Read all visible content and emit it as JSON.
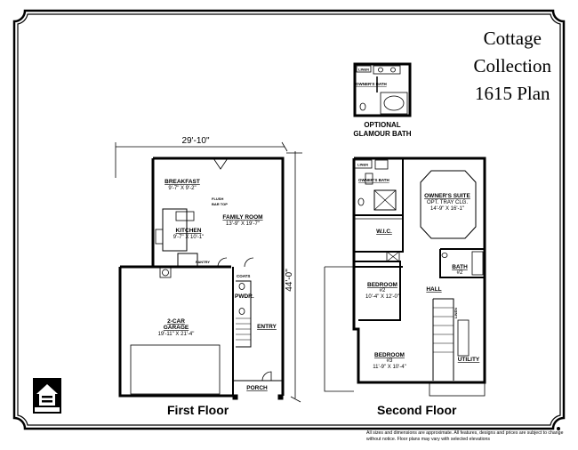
{
  "title": {
    "line1": "Cottage",
    "line2": "Collection",
    "line3": "1615 Plan"
  },
  "optional_bath": {
    "line1": "OPTIONAL",
    "line2": "GLAMOUR BATH",
    "linen": "LINEN",
    "owners_bath": "OWNER'S BATH"
  },
  "first_floor": {
    "label": "First Floor",
    "width_dim": "29'-10\"",
    "depth_dim": "44'-0\"",
    "rooms": {
      "breakfast": {
        "name": "BREAKFAST",
        "size": "9'-7\" X 9'-2\""
      },
      "family": {
        "name": "FAMILY ROOM",
        "size": "13'-9\" X 19'-7\""
      },
      "kitchen": {
        "name": "KITCHEN",
        "size": "9'-7\" X 10'-1\""
      },
      "garage": {
        "name1": "2-CAR",
        "name2": "GARAGE",
        "size": "19'-11\" X 21'-4\""
      },
      "flush": "FLUSH",
      "bar_top": "BAR TOP",
      "pantry": "PANTRY",
      "coats": "COATS",
      "pwdr": "PWDR.",
      "entry": "ENTRY",
      "porch": "PORCH"
    }
  },
  "second_floor": {
    "label": "Second Floor",
    "rooms": {
      "owners_suite": {
        "name": "OWNER'S SUITE",
        "note": "OPT. TRAY CLG.",
        "size": "14'-9\" X 16'-1\""
      },
      "owners_bath": "OWNER'S BATH",
      "linen": "LINEN",
      "wic": "W.I.C.",
      "bedroom2": {
        "name": "BEDROOM",
        "num": "#2",
        "size": "10'-4\" X 12'-0\""
      },
      "bedroom3": {
        "name": "BEDROOM",
        "num": "#3",
        "size": "11'-9\" X 10'-4\""
      },
      "bath2": {
        "name": "BATH",
        "num": "#2"
      },
      "hall": "HALL",
      "utility": "UTILITY",
      "linen2": "LINEN"
    }
  },
  "logo": {
    "text": "EQUAL HOUSING OPPORTUNITY"
  },
  "disclaimer": "All sizes and dimensions are approximate. All features, designs and prices are subject to change without notice.  Floor plans may vary with selected elevations"
}
